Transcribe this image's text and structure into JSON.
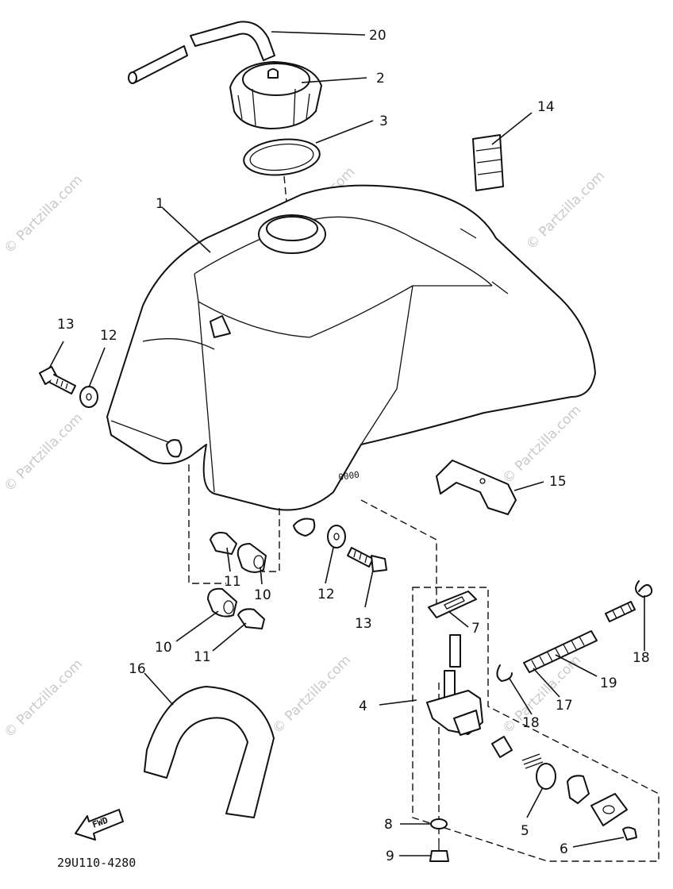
{
  "callouts": [
    {
      "id": "c20",
      "label": "20"
    },
    {
      "id": "c2",
      "label": "2"
    },
    {
      "id": "c3",
      "label": "3"
    },
    {
      "id": "c14",
      "label": "14"
    },
    {
      "id": "c1",
      "label": "1"
    },
    {
      "id": "c13a",
      "label": "13"
    },
    {
      "id": "c12a",
      "label": "12"
    },
    {
      "id": "c15",
      "label": "15"
    },
    {
      "id": "c11a",
      "label": "11"
    },
    {
      "id": "c10a",
      "label": "10"
    },
    {
      "id": "c12b",
      "label": "12"
    },
    {
      "id": "c13b",
      "label": "13"
    },
    {
      "id": "c7",
      "label": "7"
    },
    {
      "id": "c10b",
      "label": "10"
    },
    {
      "id": "c11b",
      "label": "11"
    },
    {
      "id": "c18a",
      "label": "18"
    },
    {
      "id": "c19",
      "label": "19"
    },
    {
      "id": "c16",
      "label": "16"
    },
    {
      "id": "c4",
      "label": "4"
    },
    {
      "id": "c17",
      "label": "17"
    },
    {
      "id": "c18b",
      "label": "18"
    },
    {
      "id": "c5",
      "label": "5"
    },
    {
      "id": "c8",
      "label": "8"
    },
    {
      "id": "c6",
      "label": "6"
    },
    {
      "id": "c9",
      "label": "9"
    }
  ],
  "diagram_code": "29U110-4280",
  "fwd_label": "FWD",
  "tank_marking": "0000",
  "watermark": "© Partzilla.com"
}
